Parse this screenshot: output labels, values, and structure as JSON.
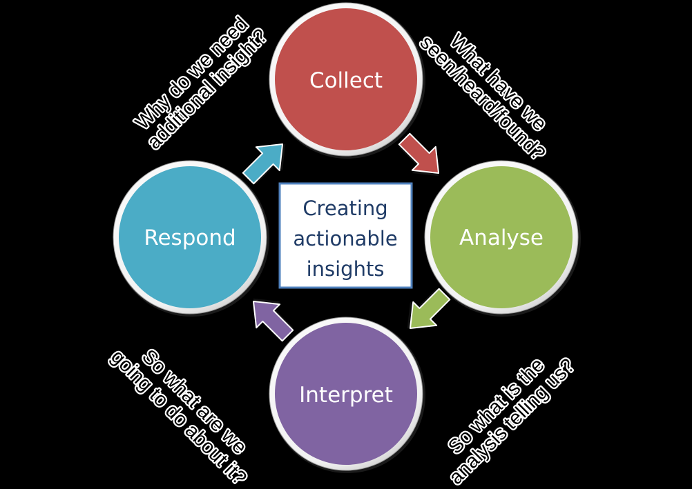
{
  "center": {
    "lines": [
      "Creating",
      "actionable",
      "insights"
    ]
  },
  "stages": [
    {
      "id": "collect",
      "label": "Collect",
      "color": "#c0504d"
    },
    {
      "id": "analyse",
      "label": "Analyse",
      "color": "#9bbb59"
    },
    {
      "id": "interpret",
      "label": "Interpret",
      "color": "#8064a2"
    },
    {
      "id": "respond",
      "label": "Respond",
      "color": "#4bacc6"
    }
  ],
  "questions": {
    "top_left": [
      "Why do we need",
      "additional insight?"
    ],
    "top_right": [
      "What have we",
      "seen/heard/found?"
    ],
    "bottom_right": [
      "So what is the",
      "analysis telling us?"
    ],
    "bottom_left": [
      "So what are we",
      "going to do about it?"
    ]
  },
  "arrows": [
    {
      "id": "respond-to-collect",
      "color": "#4bacc6",
      "direction": "up-right"
    },
    {
      "id": "collect-to-analyse",
      "color": "#c0504d",
      "direction": "down-right"
    },
    {
      "id": "analyse-to-interpret",
      "color": "#9bbb59",
      "direction": "down-left"
    },
    {
      "id": "interpret-to-respond",
      "color": "#8064a2",
      "direction": "up-left"
    }
  ]
}
